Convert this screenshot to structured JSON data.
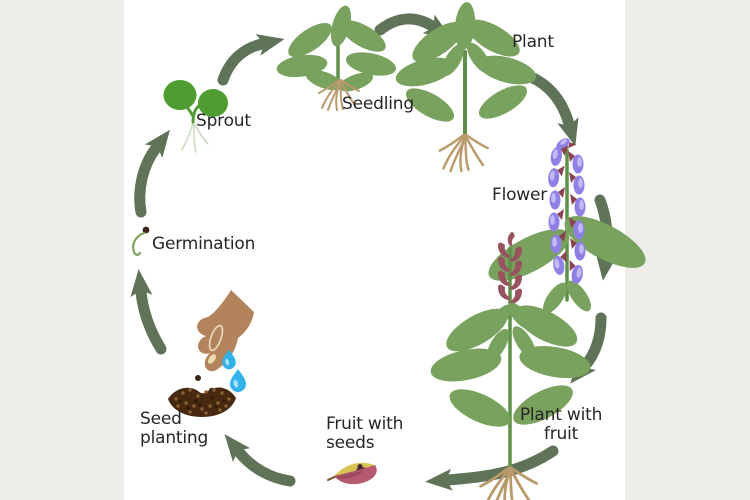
{
  "diagram": {
    "kind": "plant-life-cycle",
    "stages": {
      "germination": {
        "label": "Germination",
        "icon": "germinating-seed-icon"
      },
      "sprout": {
        "label": "Sprout",
        "icon": "sprout-icon"
      },
      "seedling": {
        "label": "Seedling",
        "icon": "seedling-icon"
      },
      "plant": {
        "label": "Plant",
        "icon": "plant-icon"
      },
      "flower": {
        "label": "Flower",
        "icon": "flowering-plant-icon"
      },
      "plant_with_fruit": {
        "label": "Plant with fruit",
        "icon": "plant-with-fruit-icon"
      },
      "fruit_with_seeds": {
        "label": "Fruit with seeds",
        "icon": "fruit-with-seeds-icon"
      },
      "seed_planting": {
        "label": "Seed planting",
        "icon": "seed-planting-hand-icon"
      }
    },
    "order": [
      "germination",
      "sprout",
      "seedling",
      "plant",
      "flower",
      "plant_with_fruit",
      "fruit_with_seeds",
      "seed_planting"
    ]
  },
  "colors": {
    "page_background": "#efede9",
    "board_background": "#ffffff",
    "arrow": "#5e7357",
    "leaf_green": "#7aa25f",
    "stem_green": "#5f9048",
    "sprout_green": "#4f9c31",
    "root_tan": "#b99a6a",
    "flower_purple": "#8f80e6",
    "flower_purple_light": "#c3baf4",
    "calyx_maroon": "#8a4250",
    "pod_maroon": "#98535f",
    "fruit_pink": "#b55a70",
    "fruit_yellow": "#d9c355",
    "hand_skin": "#b3835c",
    "water_blue": "#31b2e8",
    "soil_brown": "#46290f",
    "seed_brown": "#3c2517",
    "text": "#262626"
  }
}
